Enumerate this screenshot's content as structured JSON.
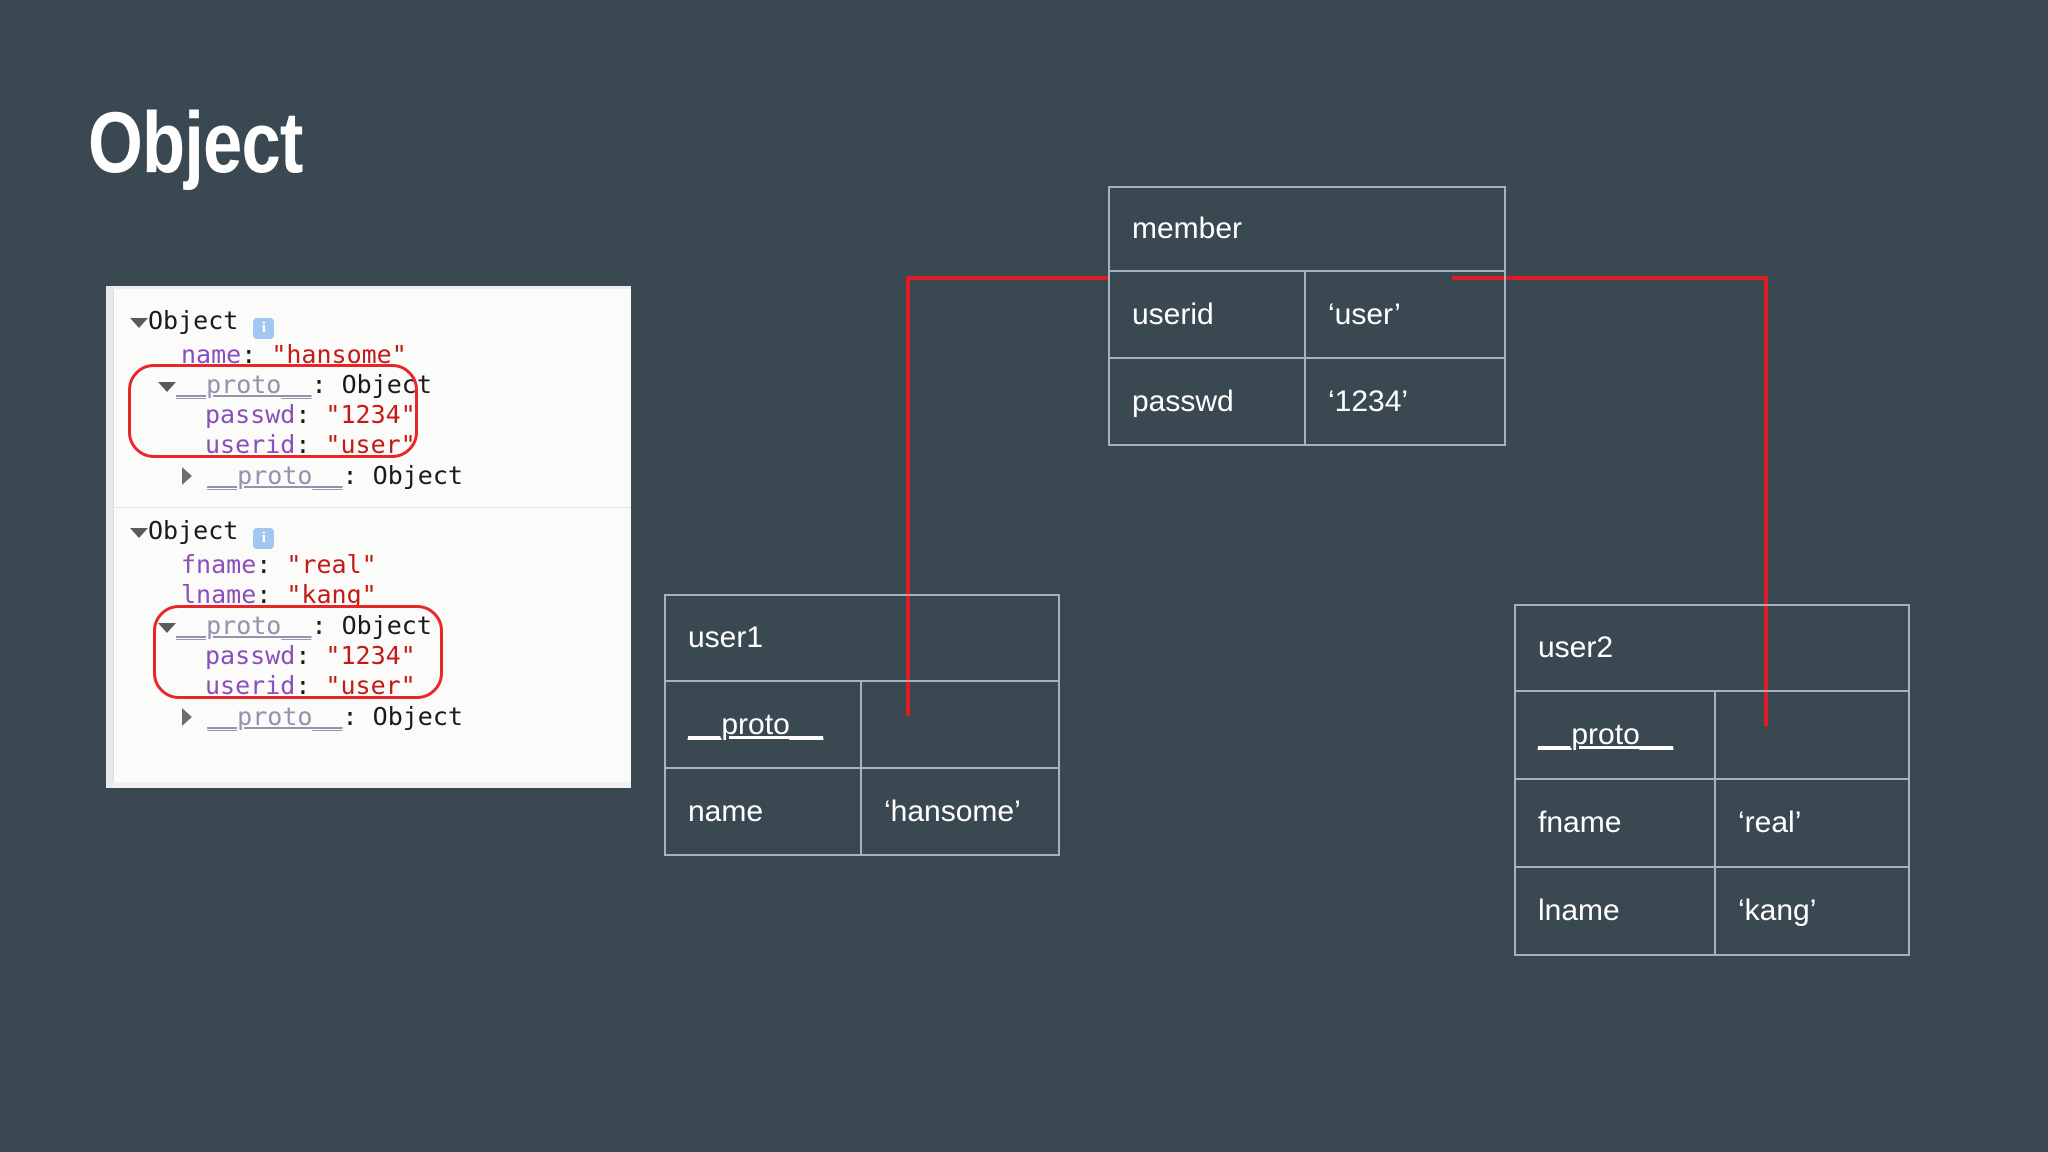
{
  "slide": {
    "title": "Object",
    "background_color": "#3a4852",
    "accent_color": "#e01b22",
    "table_border_color": "#a8b4bc"
  },
  "console": {
    "caption": "devtools-console-screenshot",
    "entries": [
      {
        "label": "Object",
        "badge": "i",
        "expanded": true,
        "lines": [
          {
            "indent": 1,
            "marker": "none",
            "key": "name",
            "sep": ": ",
            "value": "\"hansome\"",
            "value_type": "string"
          },
          {
            "indent": 1,
            "marker": "expanded",
            "key": "__proto__",
            "sep": ": ",
            "value": "Object",
            "value_type": "object"
          },
          {
            "indent": 2,
            "marker": "none",
            "key": "passwd",
            "sep": ": ",
            "value": "\"1234\"",
            "value_type": "string"
          },
          {
            "indent": 2,
            "marker": "none",
            "key": "userid",
            "sep": ": ",
            "value": "\"user\"",
            "value_type": "string"
          },
          {
            "indent": 2,
            "marker": "collapsed",
            "key": "__proto__",
            "sep": ": ",
            "value": "Object",
            "value_type": "object"
          }
        ]
      },
      {
        "label": "Object",
        "badge": "i",
        "expanded": true,
        "lines": [
          {
            "indent": 1,
            "marker": "none",
            "key": "fname",
            "sep": ": ",
            "value": "\"real\"",
            "value_type": "string"
          },
          {
            "indent": 1,
            "marker": "none",
            "key": "lname",
            "sep": ": ",
            "value": "\"kang\"",
            "value_type": "string"
          },
          {
            "indent": 1,
            "marker": "expanded",
            "key": "__proto__",
            "sep": ": ",
            "value": "Object",
            "value_type": "object"
          },
          {
            "indent": 2,
            "marker": "none",
            "key": "passwd",
            "sep": ": ",
            "value": "\"1234\"",
            "value_type": "string"
          },
          {
            "indent": 2,
            "marker": "none",
            "key": "userid",
            "sep": ": ",
            "value": "\"user\"",
            "value_type": "string"
          },
          {
            "indent": 2,
            "marker": "collapsed",
            "key": "__proto__",
            "sep": ": ",
            "value": "Object",
            "value_type": "object"
          }
        ]
      }
    ],
    "highlight_boxes": 2
  },
  "tables": {
    "member": {
      "title": "member",
      "rows": [
        {
          "key": "userid",
          "value": "‘user’"
        },
        {
          "key": "passwd",
          "value": "‘1234’"
        }
      ]
    },
    "user1": {
      "title": "user1",
      "rows": [
        {
          "key": "__proto__",
          "value": ""
        },
        {
          "key": "name",
          "value": "‘hansome’"
        }
      ]
    },
    "user2": {
      "title": "user2",
      "rows": [
        {
          "key": "__proto__",
          "value": ""
        },
        {
          "key": "fname",
          "value": "‘real’"
        },
        {
          "key": "lname",
          "value": "‘kang’"
        }
      ]
    }
  },
  "connectors": [
    {
      "name": "member-to-user1",
      "from": "member.userid-row-left",
      "to": "user1.__proto__-value-cell"
    },
    {
      "name": "member-to-user2",
      "from": "member.userid-row-right",
      "to": "user2.__proto__-value-cell"
    }
  ]
}
